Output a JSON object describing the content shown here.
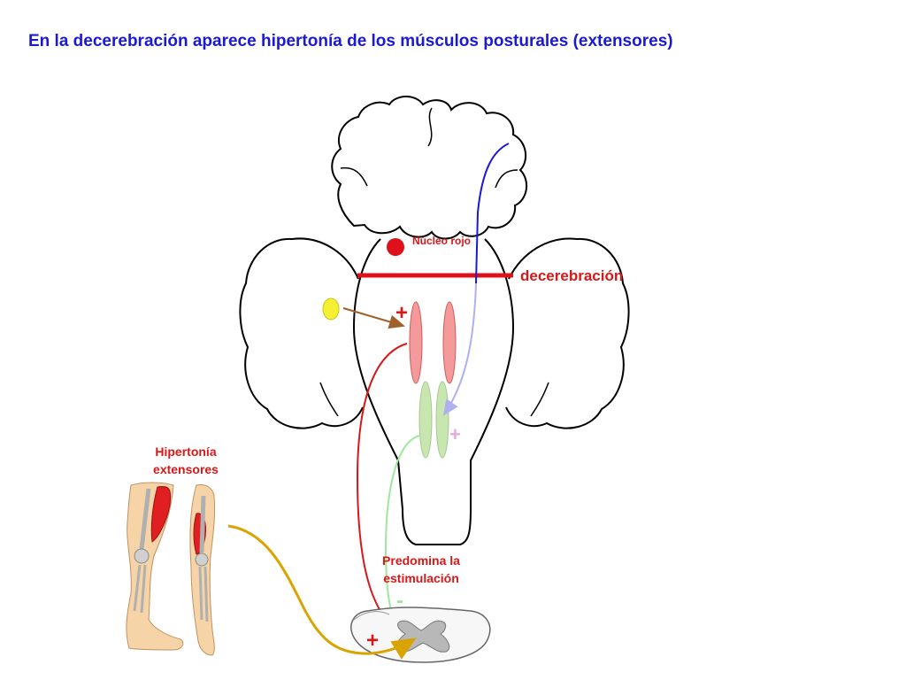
{
  "title": "En la decerebración aparece hipertonía de los músculos posturales (extensores)",
  "labels": {
    "nucleo_rojo": "Núcleo rojo",
    "decerebracion": "decerebración",
    "hipertonia_line1": "Hipertonía",
    "hipertonia_line2": "extensores",
    "predomina_line1": "Predomina la",
    "predomina_line2": "estimulación"
  },
  "signs": {
    "plus_red": "+",
    "plus_pink": "+",
    "minus_green": "-",
    "plus_bottom": "+"
  },
  "colors": {
    "title": "#1a1ad4",
    "red": "#d81818",
    "blue": "#1a1ad4",
    "lavender": "#b0b0f0",
    "green": "#9ee89e",
    "brown": "#a0602a",
    "gold": "#d9a400",
    "pink_nucleus": "#f49a9a",
    "green_nucleus": "#c8e6b0",
    "yellow": "#f5f032"
  }
}
